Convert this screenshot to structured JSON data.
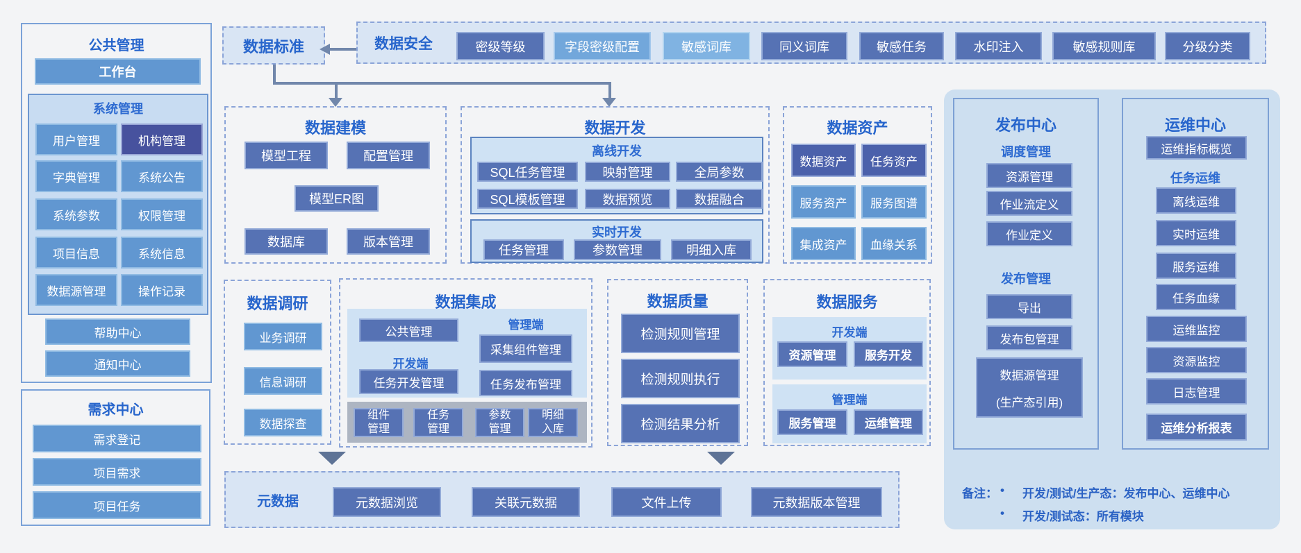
{
  "sidebar": {
    "public": {
      "title": "公共管理",
      "workbench": "工作台",
      "system": {
        "title": "系统管理",
        "items": [
          "用户管理",
          "机构管理",
          "字典管理",
          "系统公告",
          "系统参数",
          "权限管理",
          "项目信息",
          "系统信息",
          "数据源管理",
          "操作记录"
        ]
      },
      "help": "帮助中心",
      "notify": "通知中心"
    },
    "demand": {
      "title": "需求中心",
      "items": [
        "需求登记",
        "项目需求",
        "项目任务"
      ]
    }
  },
  "standard": {
    "title": "数据标准"
  },
  "security": {
    "title": "数据安全",
    "items": [
      "密级等级",
      "字段密级配置",
      "敏感词库",
      "同义词库",
      "敏感任务",
      "水印注入",
      "敏感规则库",
      "分级分类"
    ]
  },
  "modeling": {
    "title": "数据建模",
    "items": [
      "模型工程",
      "配置管理",
      "模型ER图",
      "数据库",
      "版本管理"
    ]
  },
  "development": {
    "title": "数据开发",
    "offline": {
      "title": "离线开发",
      "items": [
        "SQL任务管理",
        "映射管理",
        "全局参数",
        "SQL模板管理",
        "数据预览",
        "数据融合"
      ]
    },
    "realtime": {
      "title": "实时开发",
      "items": [
        "任务管理",
        "参数管理",
        "明细入库"
      ]
    }
  },
  "assets": {
    "title": "数据资产",
    "items": [
      "数据资产",
      "任务资产",
      "服务资产",
      "服务图谱",
      "集成资产",
      "血缘关系"
    ]
  },
  "research": {
    "title": "数据调研",
    "items": [
      "业务调研",
      "信息调研",
      "数据探查"
    ]
  },
  "integration": {
    "title": "数据集成",
    "public_btn": "公共管理",
    "dev_label": "开发端",
    "dev_btn": "任务开发管理",
    "mgmt_label": "管理端",
    "collect_btn": "采集组件管理",
    "publish_btn": "任务发布管理",
    "strip": [
      "组件管理",
      "任务管理",
      "参数管理",
      "明细入库"
    ]
  },
  "quality": {
    "title": "数据质量",
    "items": [
      "检测规则管理",
      "检测规则执行",
      "检测结果分析"
    ]
  },
  "services": {
    "title": "数据服务",
    "dev": {
      "label": "开发端",
      "items": [
        "资源管理",
        "服务开发"
      ]
    },
    "mgmt": {
      "label": "管理端",
      "items": [
        "服务管理",
        "运维管理"
      ]
    }
  },
  "metadata": {
    "title": "元数据",
    "items": [
      "元数据浏览",
      "关联元数据",
      "文件上传",
      "元数据版本管理"
    ]
  },
  "release": {
    "title": "发布中心",
    "schedule": {
      "label": "调度管理",
      "items": [
        "资源管理",
        "作业流定义",
        "作业定义"
      ]
    },
    "publish": {
      "label": "发布管理",
      "items": [
        "导出",
        "发布包管理"
      ]
    },
    "datasource": {
      "line1": "数据源管理",
      "line2": "(生产态引用)"
    }
  },
  "ops": {
    "title": "运维中心",
    "overview": "运维指标概览",
    "task_label": "任务运维",
    "task_items": [
      "离线运维",
      "实时运维",
      "服务运维",
      "任务血缘"
    ],
    "wide_items": [
      "运维监控",
      "资源监控",
      "日志管理"
    ],
    "report": "运维分析报表"
  },
  "notes": {
    "label": "备注：",
    "bullet": "•",
    "line1": "开发/测试/生产态：发布中心、运维中心",
    "line2": "开发/测试态：所有模块"
  }
}
